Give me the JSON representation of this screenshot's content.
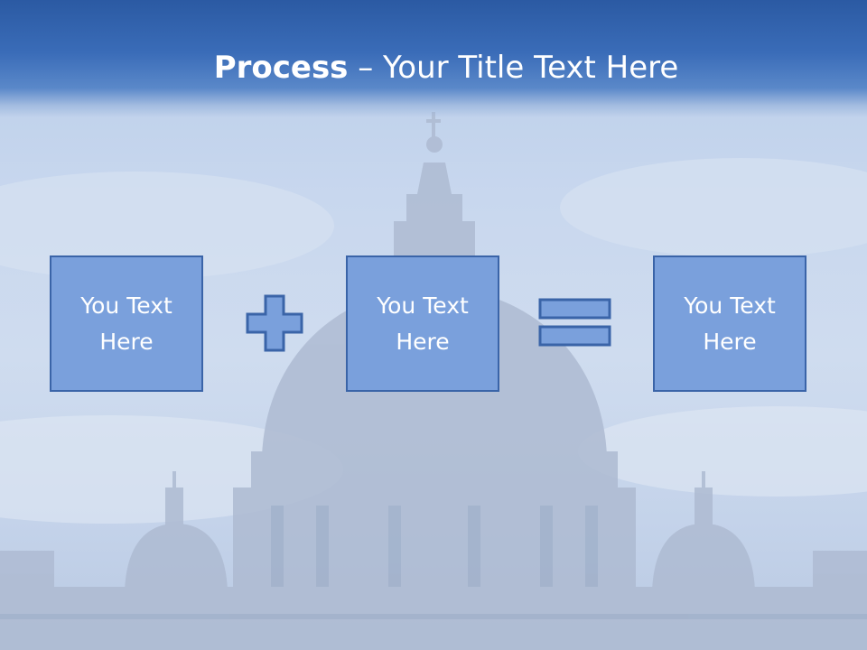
{
  "title": {
    "bold": "Process",
    "rest": " – Your Title Text Here"
  },
  "boxes": [
    {
      "text": "You Text\nHere"
    },
    {
      "text": "You Text\nHere"
    },
    {
      "text": "You Text\nHere"
    }
  ],
  "operators": [
    {
      "icon": "plus-icon"
    },
    {
      "icon": "equals-icon"
    }
  ],
  "colors": {
    "title_bar": "#2b5aa3",
    "box_fill": "#7aa0dc",
    "box_border": "#3a64a8",
    "text": "#ffffff"
  }
}
